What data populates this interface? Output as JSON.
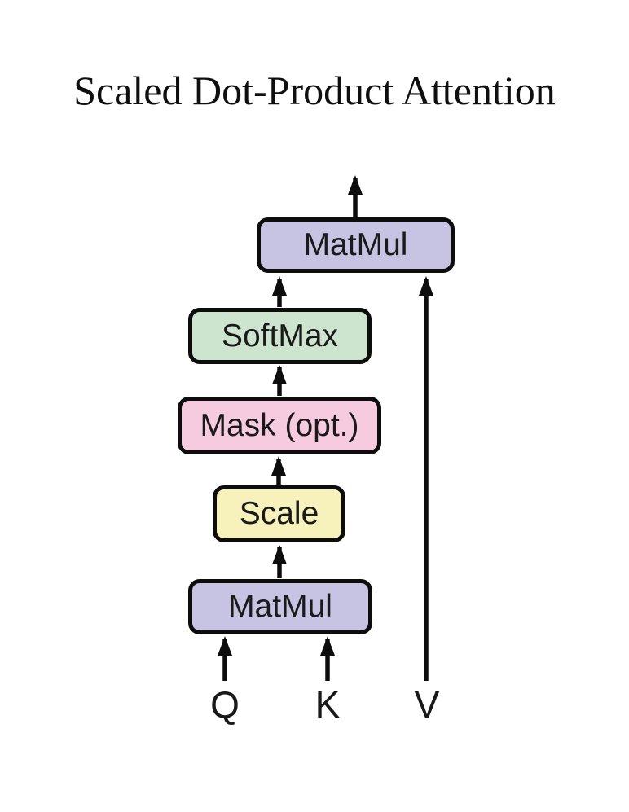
{
  "title": "Scaled Dot-Product Attention",
  "diagram": {
    "line_color": "#0d0d0d",
    "boxes": [
      {
        "id": "matmul-top",
        "label": "MatMul",
        "color": "#c7c3e2"
      },
      {
        "id": "softmax",
        "label": "SoftMax",
        "color": "#cde5ce"
      },
      {
        "id": "mask",
        "label": "Mask (opt.)",
        "color": "#f6cbdf"
      },
      {
        "id": "scale",
        "label": "Scale",
        "color": "#f7f1bb"
      },
      {
        "id": "matmul-bottom",
        "label": "MatMul",
        "color": "#c7c3e2"
      }
    ],
    "inputs": [
      {
        "id": "q",
        "label": "Q"
      },
      {
        "id": "k",
        "label": "K"
      },
      {
        "id": "v",
        "label": "V"
      }
    ],
    "edges": [
      {
        "from": "Q",
        "to": "MatMul (bottom)"
      },
      {
        "from": "K",
        "to": "MatMul (bottom)"
      },
      {
        "from": "V",
        "to": "MatMul (top)"
      },
      {
        "from": "MatMul (bottom)",
        "to": "Scale"
      },
      {
        "from": "Scale",
        "to": "Mask (opt.)"
      },
      {
        "from": "Mask (opt.)",
        "to": "SoftMax"
      },
      {
        "from": "SoftMax",
        "to": "MatMul (top)"
      },
      {
        "from": "MatMul (top)",
        "to": "output"
      }
    ]
  }
}
